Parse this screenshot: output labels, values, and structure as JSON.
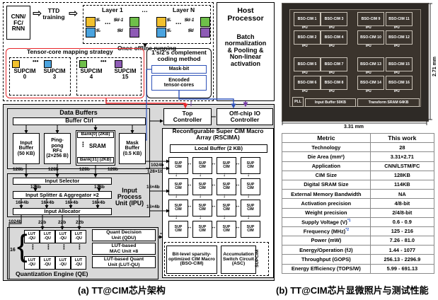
{
  "left_diagram": {
    "top_section": {
      "model_box": "CNN/\nFC/\nRNN",
      "ttd_training": "TTD\ntraining",
      "layer_1": "Layer 1",
      "layer_n": "Layer N",
      "layer_dots": "…",
      "core_labels": [
        "𝒢₁",
        "𝒢₂",
        "𝒢d-1",
        "𝒢d",
        "𝒢₁",
        "𝒢₂",
        "𝒢d-1",
        "𝒢d"
      ],
      "once_offline": "Once offline running",
      "mapping_title": "Tensor-core mapping strategy",
      "supcim_labels": [
        "SUPCIM\n0",
        "SUPCIM\n3",
        "SUPCIM\n4",
        "SUPCIM\n15"
      ],
      "coding_method": "1's/2's complement\ncoding method",
      "mask_bit": "Mask-bit",
      "encoded_cores": "Encoded\ntensor-cores",
      "host_processor": "Host\nProcessor",
      "host_tasks": "Batch\nnormalization\n& Pooling &\nNon-linear\nactivation"
    },
    "chip_arch": {
      "data_buffers": "Data Buffers",
      "buffer_ctrl": "Buffer Ctrl",
      "input_buffer": "Input\nBuffer\n(50 KB)",
      "pingpong": "Ping-\npong\nRFs\n(2×256 B)",
      "bank0": "Bank[0] (2KB)",
      "sram": "SRAM",
      "bank31": "Bank[31] (2KB)",
      "mask_buffer": "Mask\nBuffer\n(0.5 KB)",
      "top_controller": "Top\nController",
      "offchip_io": "Off-chip IO\nController",
      "rscima_title": "Reconfigurable Super CIM Macro\nArray (RSCIMA)",
      "local_buffer": "Local Buffer (2 KB)",
      "sup_cim": "SUP\nCIM",
      "bso_cim": "Bit-level sparsity-\noptimized CIM Macro\n(BSO-CIM)",
      "asc": "Accumulation\nSwitch Circuit\n(ASC)",
      "supcim_side": "SUPCIM",
      "input_selector": "Input Selector",
      "splitter": "Input Splitter & Aggregator ×2",
      "input_allocator": "Input Allocator",
      "ipu": "Input\nProcess\nUnit (IPU)",
      "lut_qu": "LUT\n-QU",
      "qdu": "Quant Decision\nUnit (QDU)",
      "lut_mac": "LUT-based\nMAC Unit ×8",
      "lut_quant": "LUT-based Quant\nUnit (LUT-QU)",
      "qe": "Quantization Engine (QE)",
      "widths": {
        "w_1024_4b": "1024b",
        "w_128x1b": "128×1b",
        "w_128b_1": "128b",
        "w_128b_2": "128b",
        "w_128b_3": "128b",
        "w_128b_4": "128b",
        "w_128b_5": "128b",
        "w_128b_6": "128b",
        "w_16x4b_1": "16×4b",
        "w_16x4b_2": "16×4b",
        "w_16x4b_3": "16×4b",
        "w_16x4b_4": "16×4b",
        "w_16x4b_r1": "16×4b",
        "w_16x4b_r2": "16×4b",
        "w_1024b": "1024b",
        "w_22b_1": "22b",
        "w_22b_2": "22b",
        "w_22b_3": "22b",
        "w_16": "16"
      }
    },
    "caption": "(a) TT@CIM芯片架构"
  },
  "chip_photo": {
    "cim_blocks": [
      "BSO-CIM 1",
      "BSO-CIM 2",
      "BSO-CIM 5",
      "BSO-CIM 6",
      "BSO-CIM 3",
      "BSO-CIM 4",
      "BSO-CIM 7",
      "BSO-CIM 8",
      "BSO-CIM 9",
      "BSO-CIM 10",
      "BSO-CIM 13",
      "BSO-CIM 14",
      "BSO-CIM 11",
      "BSO-CIM 12",
      "BSO-CIM 15",
      "BSO-CIM 16"
    ],
    "ipu_label": "IPU",
    "pll": "PLL",
    "input_buffer": "Input Buffer 50KB",
    "transform_sram": "Transform SRAM  64KB",
    "width": "3.31 mm",
    "height": "2.71 mm",
    "caption": "(b) TT@CIM芯片显微照片与测试性能"
  },
  "table": {
    "headers": [
      "Metric",
      "This work"
    ],
    "rows": [
      {
        "metric": "Technology",
        "value": "28"
      },
      {
        "metric": "Die Area (mm²)",
        "value": "3.31×2.71"
      },
      {
        "metric": "Application",
        "value": "CNN/LSTM/FC"
      },
      {
        "metric": "CIM Size",
        "value": "128KB"
      },
      {
        "metric": "Digital SRAM Size",
        "value": "114KB"
      },
      {
        "metric": "External Memory Bandwidth",
        "value": "NA"
      },
      {
        "metric": "Activation precision",
        "value": "4/8-bit"
      },
      {
        "metric": "Weight precision",
        "value": "2/4/8-bit"
      },
      {
        "metric": "Supply Voltage (V)",
        "value": "0.6 - 0.9",
        "note": "*1"
      },
      {
        "metric": "Frequency (MHz)",
        "value": "125 - 216",
        "note": "*2"
      },
      {
        "metric": "Power (mW)",
        "value": "7.26 - 81.0"
      },
      {
        "metric": "Energy/Operation (fJ)",
        "value": "1.44 - 1077"
      },
      {
        "metric": "Throughput (GOPS)",
        "value": "256.13 - 2296.9"
      },
      {
        "metric": "Energy Efficiency (TOPS/W)",
        "value": "5.99 - 691.13"
      }
    ]
  },
  "colors": {
    "red": "#e8262a",
    "purple": "#7a3fa8",
    "blue": "#2f52b8",
    "gray_bg": "#d9d9d9",
    "core_yellow": "#f2c12e",
    "core_blue": "#4aa3df",
    "core_green": "#6fbf4a",
    "core_purple": "#8e5bb5"
  }
}
